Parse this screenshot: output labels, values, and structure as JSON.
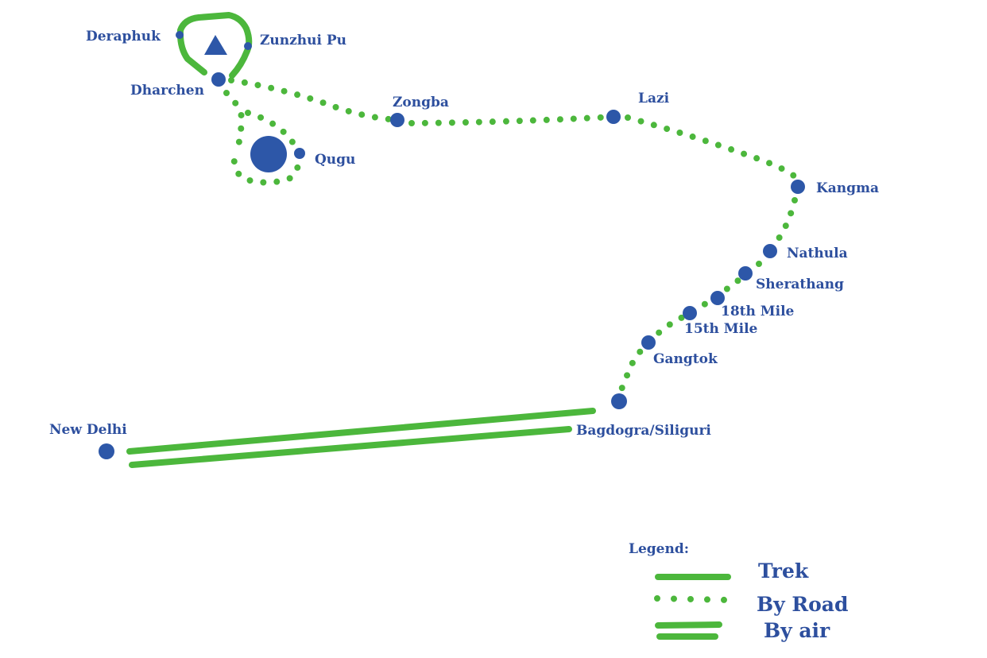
{
  "map": {
    "places": {
      "deraphuk": "Deraphuk",
      "zunzhui_pu": "Zunzhui Pu",
      "dharchen": "Dharchen",
      "qugu": "Qugu",
      "zongba": "Zongba",
      "lazi": "Lazi",
      "kangma": "Kangma",
      "nathula": "Nathula",
      "sherathang": "Sherathang",
      "mile18": "18th Mile",
      "mile15": "15th Mile",
      "gangtok": "Gangtok",
      "bagdogra": "Bagdogra/Siliguri",
      "new_delhi": "New Delhi"
    },
    "peak_icon": "mountain-triangle-icon"
  },
  "legend": {
    "title": "Legend:",
    "items": [
      {
        "label": "Trek",
        "style": "solid"
      },
      {
        "label": "By Road",
        "style": "dotted"
      },
      {
        "label": "By air",
        "style": "double"
      }
    ]
  },
  "colors": {
    "route": "#4cb73c",
    "node": "#2d57a8",
    "text": "#2d4f9e"
  }
}
